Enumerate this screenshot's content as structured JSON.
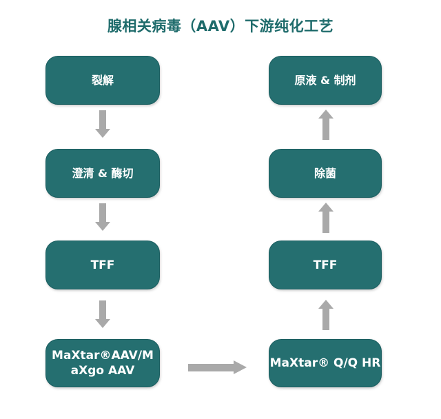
{
  "title": "腺相关病毒（AAV）下游纯化工艺",
  "colors": {
    "title_text": "#1E6B6B",
    "box_fill": "#256F70",
    "box_text": "#FFFFFF",
    "arrow": "#A9A9A9",
    "background": "#FFFFFF"
  },
  "left_column": {
    "flow_direction": "top-to-bottom",
    "steps": [
      {
        "label": "裂解"
      },
      {
        "label": "澄清 & 酶切"
      },
      {
        "label": "TFF"
      },
      {
        "label": "MaXtar®AAV/M\naXgo AAV"
      }
    ]
  },
  "right_column": {
    "flow_direction": "bottom-to-top",
    "steps": [
      {
        "label": "原液 & 制剂"
      },
      {
        "label": "除菌"
      },
      {
        "label": "TFF"
      },
      {
        "label": "MaXtar® Q/Q HR"
      }
    ]
  },
  "connectors": {
    "left_arrows": [
      "down",
      "down",
      "down"
    ],
    "right_arrows": [
      "up",
      "up",
      "up"
    ],
    "bottom_connector": "right"
  }
}
